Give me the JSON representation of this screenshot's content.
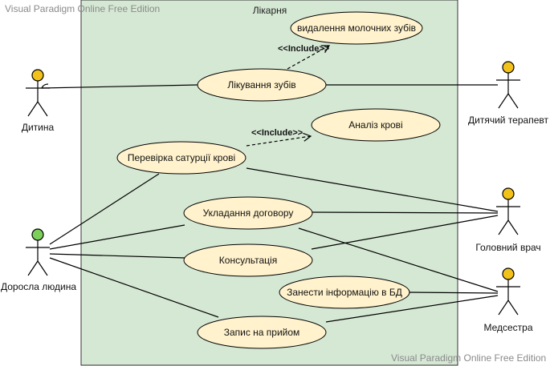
{
  "watermark_top": "Visual Paradigm Online Free Edition",
  "watermark_bottom": "Visual Paradigm Online Free Edition",
  "system": {
    "title": "Лікарня"
  },
  "actors": {
    "child": {
      "label": "Дитина",
      "head_color": "#f2c21b"
    },
    "adult": {
      "label": "Доросла людина",
      "head_color": "#7ccf5a"
    },
    "pediatrician": {
      "label": "Дитячий терапевт",
      "head_color": "#f2c21b"
    },
    "chief_doctor": {
      "label": "Головний врач",
      "head_color": "#f2c21b"
    },
    "nurse": {
      "label": "Медсестра",
      "head_color": "#f2c21b"
    }
  },
  "use_cases": {
    "remove_milk_teeth": "видалення молочних зубів",
    "teeth_treatment": "Лікування зубів",
    "blood_test": "Аналіз крові",
    "saturation_check": "Перевірка сатурції крові",
    "contract": "Укладання договору",
    "consultation": "Консультація",
    "enter_db": "Занести інформацію в БД",
    "appointment": "Запис на прийом"
  },
  "relations": {
    "include_1": "<<Include>>",
    "include_2": "<<Include>>"
  },
  "colors": {
    "system_fill": "#d5e8d4",
    "use_case_fill": "#fff2cc"
  }
}
